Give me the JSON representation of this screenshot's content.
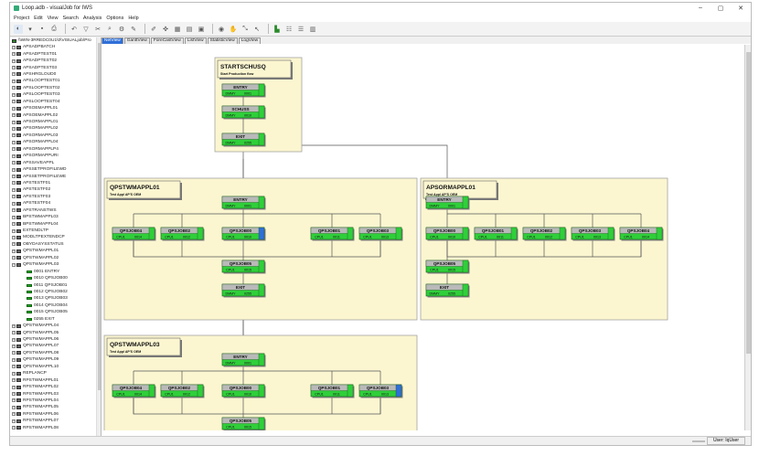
{
  "window": {
    "title": "Loop.adb - visualJob for IWS",
    "min": "–",
    "max": "▢",
    "close": "✕"
  },
  "menu": [
    "Project",
    "Edit",
    "View",
    "Search",
    "Analysis",
    "Options",
    "Help"
  ],
  "tree": {
    "root": "\\\\WIN-3RREDC0U1\\0\\VISUALjob\\Pro",
    "items": [
      {
        "label": "APSADPBATCH",
        "t": "f",
        "e": "+"
      },
      {
        "label": "APSADPTEST01",
        "t": "f",
        "e": "+"
      },
      {
        "label": "APSADPTEST02",
        "t": "f",
        "e": "+"
      },
      {
        "label": "APSADPTEST03",
        "t": "f",
        "e": "+"
      },
      {
        "label": "APSHRGLOUD0",
        "t": "f",
        "e": "+"
      },
      {
        "label": "APSLOOPTEST01",
        "t": "f",
        "e": "+"
      },
      {
        "label": "APSLOOPTEST02",
        "t": "f",
        "e": "+"
      },
      {
        "label": "APSLOOPTEST03",
        "t": "f",
        "e": "+"
      },
      {
        "label": "APSLOOPTEST04",
        "t": "f",
        "e": "+"
      },
      {
        "label": "APSOEMAPPL01",
        "t": "f",
        "e": "+"
      },
      {
        "label": "APSOEMAPPL02",
        "t": "f",
        "e": "+"
      },
      {
        "label": "APSORMAPPL01",
        "t": "f",
        "e": "+"
      },
      {
        "label": "APSORMAPPL02",
        "t": "f",
        "e": "+"
      },
      {
        "label": "APSORMAPPL03",
        "t": "f",
        "e": "+"
      },
      {
        "label": "APSORMAPPL04",
        "t": "f",
        "e": "+"
      },
      {
        "label": "APSORMAPPLP4",
        "t": "f",
        "e": "+"
      },
      {
        "label": "APSORMAPPURI",
        "t": "f",
        "e": "+"
      },
      {
        "label": "APSSAVEAPPL",
        "t": "f",
        "e": "+"
      },
      {
        "label": "APSSETPROFILEWD",
        "t": "f",
        "e": "+"
      },
      {
        "label": "APSSETPROFILEWE",
        "t": "f",
        "e": "+"
      },
      {
        "label": "APSTESTF01",
        "t": "f",
        "e": "+"
      },
      {
        "label": "APSTESTF02",
        "t": "f",
        "e": "+"
      },
      {
        "label": "APSTESTF03",
        "t": "f",
        "e": "+"
      },
      {
        "label": "APSTESTF04",
        "t": "f",
        "e": "+"
      },
      {
        "label": "APSTRANSTWS",
        "t": "f",
        "e": "+"
      },
      {
        "label": "BPSTWMAPPL03",
        "t": "f",
        "e": "+"
      },
      {
        "label": "BPSTWMAPPL04",
        "t": "f",
        "e": "+"
      },
      {
        "label": "EXTENDLTP",
        "t": "f",
        "e": "+"
      },
      {
        "label": "MODLTPEXTENDCP",
        "t": "f",
        "e": "+"
      },
      {
        "label": "OBYDASYSSTATUS",
        "t": "f",
        "e": "+"
      },
      {
        "label": "QPSTWMAPPL01",
        "t": "f",
        "e": "+"
      },
      {
        "label": "QPSTWMAPPL02",
        "t": "f",
        "e": "+"
      },
      {
        "label": "QPSTWMAPPL03",
        "t": "f",
        "e": "−"
      },
      {
        "label": "0001 ENTRY",
        "t": "j",
        "e": ""
      },
      {
        "label": "0010 QPSJOB00",
        "t": "j",
        "e": ""
      },
      {
        "label": "0011 QPSJOB01",
        "t": "j",
        "e": ""
      },
      {
        "label": "0012 QPSJOB02",
        "t": "j",
        "e": ""
      },
      {
        "label": "0013 QPSJOB03",
        "t": "j",
        "e": ""
      },
      {
        "label": "0014 QPSJOB04",
        "t": "j",
        "e": ""
      },
      {
        "label": "0015 QPSJOB05",
        "t": "j",
        "e": ""
      },
      {
        "label": "0255 EXIT",
        "t": "j",
        "e": ""
      },
      {
        "label": "QPSTWMAPPL04",
        "t": "f",
        "e": "+"
      },
      {
        "label": "QPSTWMAPPL05",
        "t": "f",
        "e": "+"
      },
      {
        "label": "QPSTWMAPPL06",
        "t": "f",
        "e": "+"
      },
      {
        "label": "QPSTWMAPPL07",
        "t": "f",
        "e": "+"
      },
      {
        "label": "QPSTWMAPPL08",
        "t": "f",
        "e": "+"
      },
      {
        "label": "QPSTWMAPPL09",
        "t": "f",
        "e": "+"
      },
      {
        "label": "QPSTWMAPPL10",
        "t": "f",
        "e": "+"
      },
      {
        "label": "REPLANCP",
        "t": "f",
        "e": "+"
      },
      {
        "label": "RPSTWMAPPL01",
        "t": "f",
        "e": "+"
      },
      {
        "label": "RPSTWMAPPL02",
        "t": "f",
        "e": "+"
      },
      {
        "label": "RPSTWMAPPL03",
        "t": "f",
        "e": "+"
      },
      {
        "label": "RPSTWMAPPL04",
        "t": "f",
        "e": "+"
      },
      {
        "label": "RPSTWMAPPL05",
        "t": "f",
        "e": "+"
      },
      {
        "label": "RPSTWMAPPL06",
        "t": "f",
        "e": "+"
      },
      {
        "label": "RPSTWMAPPL07",
        "t": "f",
        "e": "+"
      },
      {
        "label": "RPSTWMAPPL08",
        "t": "f",
        "e": "+"
      }
    ]
  },
  "tabs": [
    "NetView",
    "GanttView",
    "ForeCastView",
    "ListView",
    "StatisticView",
    "LogView"
  ],
  "diagram": {
    "groups": [
      {
        "title": "STARTSCHUSQ",
        "subtitle": "Start Production flow",
        "jobs": [
          {
            "name": "ENTRY",
            "ws": "DMMY",
            "num": "0001"
          },
          {
            "name": "SCHUSS",
            "ws": "DMMY",
            "num": "0010"
          },
          {
            "name": "EXIT",
            "ws": "DMMY",
            "num": "0255"
          }
        ]
      },
      {
        "title": "QPSTWMAPPL01",
        "subtitle": "Test Appl AP'S OEM",
        "jobs": [
          {
            "name": "ENTRY",
            "ws": "DMMY",
            "num": "0001"
          },
          {
            "name": "QPSJOB04",
            "ws": "CPU1",
            "num": "0014"
          },
          {
            "name": "QPSJOB02",
            "ws": "CPU1",
            "num": "0012"
          },
          {
            "name": "QPSJOB00",
            "ws": "CPU1",
            "num": "0010"
          },
          {
            "name": "QPSJOB01",
            "ws": "CPU1",
            "num": "0011"
          },
          {
            "name": "QPSJOB03",
            "ws": "CPU1",
            "num": "0013"
          },
          {
            "name": "QPSJOB05",
            "ws": "CPU1",
            "num": "0015"
          },
          {
            "name": "EXIT",
            "ws": "DMMY",
            "num": "0255"
          }
        ]
      },
      {
        "title": "APSORMAPPL01",
        "subtitle": "Test Appl AP'S OEM",
        "jobs": [
          {
            "name": "ENTRY",
            "ws": "DMMY",
            "num": "0001"
          },
          {
            "name": "QPSJOB00",
            "ws": "CPU1",
            "num": "0010"
          },
          {
            "name": "QPSJOB01",
            "ws": "CPU1",
            "num": "0011"
          },
          {
            "name": "QPSJOB02",
            "ws": "CPU1",
            "num": "0012"
          },
          {
            "name": "QPSJOB03",
            "ws": "CPU1",
            "num": "0013"
          },
          {
            "name": "QPSJOB04",
            "ws": "CPU1",
            "num": "0014"
          },
          {
            "name": "QPSJOB05",
            "ws": "CPU1",
            "num": "0015"
          },
          {
            "name": "EXIT",
            "ws": "DMMY",
            "num": "0255"
          }
        ]
      },
      {
        "title": "QPSTWMAPPL03",
        "subtitle": "Test Appl AP'S OEM",
        "jobs": [
          {
            "name": "ENTRY",
            "ws": "DMMY",
            "num": "0001"
          },
          {
            "name": "QPSJOB04",
            "ws": "CPU1",
            "num": "0014"
          },
          {
            "name": "QPSJOB02",
            "ws": "CPU1",
            "num": "0012"
          },
          {
            "name": "QPSJOB00",
            "ws": "CPU1",
            "num": "0010"
          },
          {
            "name": "QPSJOB01",
            "ws": "CPU1",
            "num": "0011"
          },
          {
            "name": "QPSJOB03",
            "ws": "CPU1",
            "num": "0013"
          },
          {
            "name": "QPSJOB05",
            "ws": "CPU1",
            "num": "0015"
          }
        ]
      }
    ]
  },
  "status": {
    "user": "User: IqUser"
  },
  "colors": {
    "group_bg": "#fbf6d0",
    "job_green": "#2fcf3a",
    "job_header": "#b9b9b9",
    "selected": "#2f6fd8"
  }
}
